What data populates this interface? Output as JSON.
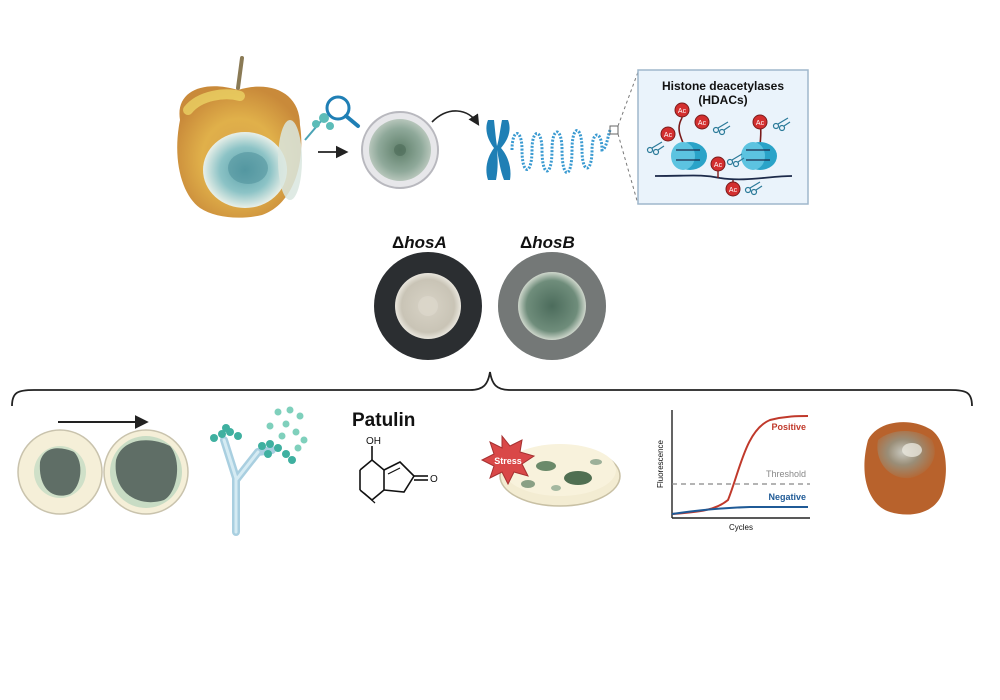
{
  "hdac_box": {
    "title_line1": "Histone deacetylases",
    "title_line2": "(HDACs)",
    "ac_label": "Ac"
  },
  "mutants": {
    "hosA_delta": "Δ",
    "hosA_name": "hosA",
    "hosB_delta": "Δ",
    "hosB_name": "hosB"
  },
  "patulin": {
    "title": "Patulin",
    "oh_label": "OH",
    "o_label": "O"
  },
  "stress": {
    "label": "Stress"
  },
  "qpcr": {
    "ylabel": "Fluorescence",
    "xlabel": "Cycles",
    "positive_label": "Positive",
    "threshold_label": "Threshold",
    "negative_label": "Negative"
  },
  "colors": {
    "positive": "#c0392b",
    "negative": "#1f5a96",
    "threshold": "#888888",
    "ac_red": "#d32f2f",
    "nucleosome": "#2aa3c8",
    "hdac_bg": "#eaf3fb",
    "hdac_border": "#9fb7cc",
    "dna": "#3a9ad1",
    "chromosome": "#1f7fb5"
  }
}
